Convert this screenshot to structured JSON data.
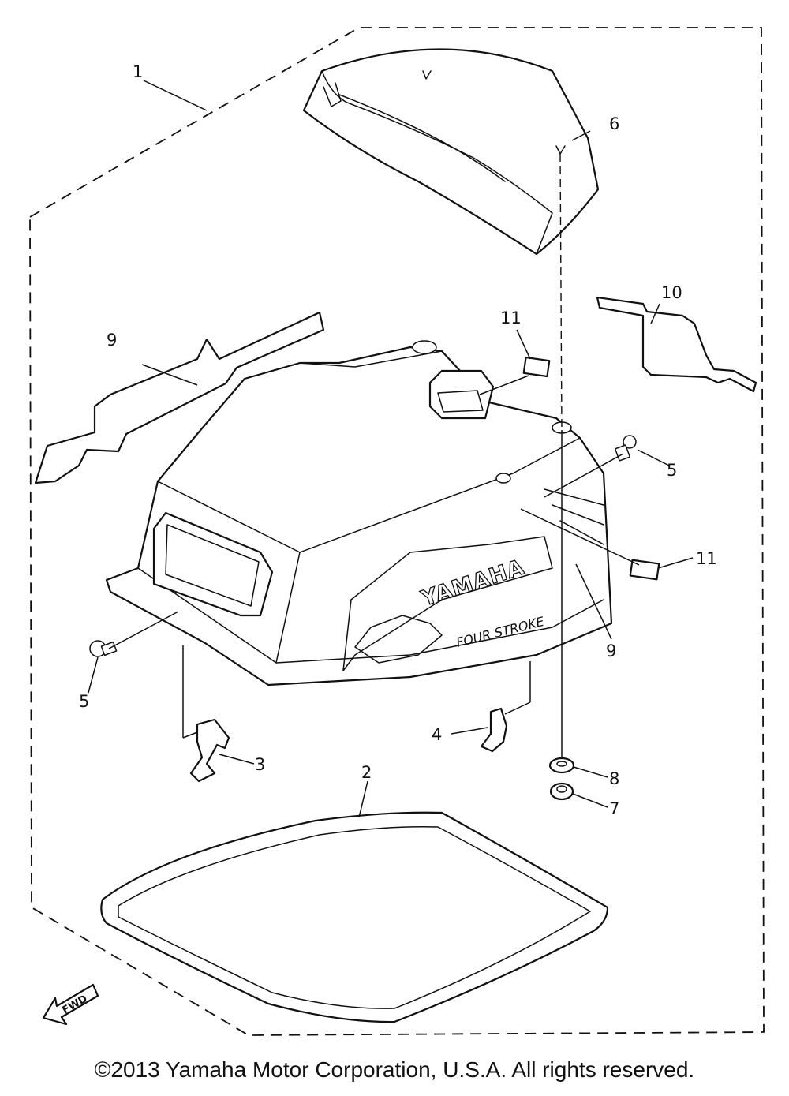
{
  "diagram": {
    "callouts": [
      "1",
      "2",
      "3",
      "4",
      "5",
      "5",
      "6",
      "7",
      "8",
      "9",
      "9",
      "10",
      "11",
      "11"
    ],
    "labels": {
      "brand": "YAMAHA",
      "subbrand": "FOUR STROKE",
      "direction": "FWD"
    }
  },
  "footer": {
    "copyright": "©2013 Yamaha Motor Corporation, U.S.A. All rights reserved."
  }
}
